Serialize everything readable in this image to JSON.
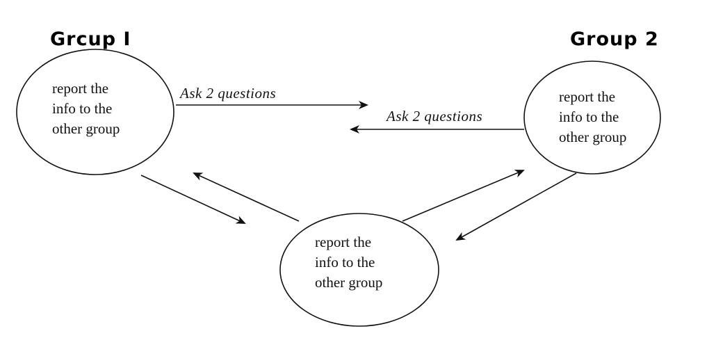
{
  "groups": {
    "group1": {
      "title": "Grcup I",
      "text": "report the\ninfo to the\nother group"
    },
    "group2": {
      "title": "Group 2",
      "text": "report the\ninfo to the\nother group"
    },
    "group3": {
      "text": "report the\ninfo to the\nother group"
    }
  },
  "edges": {
    "top": {
      "label": "Ask 2 questions"
    },
    "middle": {
      "label": "Ask 2 questions"
    }
  },
  "colors": {
    "ink": "#111111",
    "background": "#ffffff"
  }
}
